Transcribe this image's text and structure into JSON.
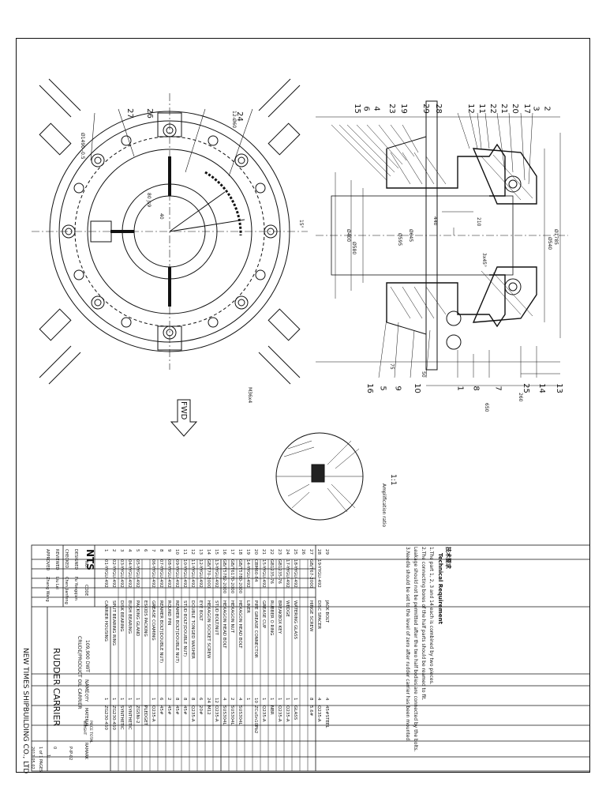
{
  "title_block": {
    "company": "NEW TIMES SHIPBUILDING CO., LTD",
    "drawing_name": "RUDDER CARRIER",
    "ship_type": "CRUDE/PRODUCT OIL CARRIER",
    "ship_size": "109,900 DWT",
    "logo": "NTS",
    "roles": [
      {
        "role": "DESIGNED",
        "name": "Fu Yongqian"
      },
      {
        "role": "CHECKED",
        "name": "Chen Jianfeng"
      },
      {
        "role": "REVIEWED",
        "name": "Liu Lei"
      },
      {
        "role": "APPROVED",
        "name": "Zhang Wang"
      }
    ],
    "dwg_no": "P-IP-02",
    "version": "0",
    "scale": "1:",
    "page": "1 of 1 PAGES",
    "date": "2012.05.02",
    "headers": {
      "no": "NO.",
      "code": "CODE",
      "name": "NAME",
      "qty": "QTY",
      "material": "MATERIAL",
      "piece_weight": "PIECE TOTAL",
      "weight": "WEIGHT",
      "remark": "RAMARK"
    }
  },
  "parts": [
    {
      "no": "1",
      "code": "01-YYGU-492",
      "name": "CARRIER HOUSING",
      "qty": "1",
      "material": "ZG230-450"
    },
    {
      "no": "2",
      "code": "02-YYGU-492",
      "name": "SPLIT BEARING RING",
      "qty": "1",
      "material": "ZG230-450"
    },
    {
      "no": "3",
      "code": "03-YYGU-492",
      "name": "DISK BEARING",
      "qty": "1",
      "material": "SYNTHETIC"
    },
    {
      "no": "4",
      "code": "04-YYGU-492",
      "name": "BUSH BEARING",
      "qty": "1",
      "material": "SYNTHETIC"
    },
    {
      "no": "5",
      "code": "05-YYGU-492",
      "name": "PACKING GLAND",
      "qty": "1",
      "material": "ZG5Ni-2"
    },
    {
      "no": "6",
      "code": "",
      "name": "ESKIDS PACKING",
      "qty": "",
      "material": "PLEDGET"
    },
    {
      "no": "7",
      "code": "06-YYGU-492",
      "name": "GREASE COAMING",
      "qty": "1",
      "material": "Q235-A"
    },
    {
      "no": "8",
      "code": "07-YYGU-492",
      "name": "REAMER BOLT(DOUBLE NUT)",
      "qty": "6",
      "material": "45#"
    },
    {
      "no": "9",
      "code": "08-YYGU-492",
      "name": "ROUND PIN",
      "qty": "2",
      "material": "45#"
    },
    {
      "no": "10",
      "code": "09-YYGU-492",
      "name": "REAMER BOLT(DOUBLE NUT)",
      "qty": "8",
      "material": "45#"
    },
    {
      "no": "11",
      "code": "10-YYGU-492",
      "name": "STUD BOLT(DOUBLE NUT)",
      "qty": "8",
      "material": "45#"
    },
    {
      "no": "12",
      "code": "11-YYGU-492",
      "name": "DOUBLE TONGED WASHER",
      "qty": "8",
      "material": "Q235-A"
    },
    {
      "no": "13",
      "code": "12-YYGU-492",
      "name": "EYE BOLT",
      "qty": "6",
      "material": "20#"
    },
    {
      "no": "14",
      "code": "GB/T70-2000",
      "name": "HEXAGON SOCKET SCREW",
      "qty": "24",
      "material": "M12"
    },
    {
      "no": "15",
      "code": "13-YYGU-492",
      "name": "STUD BOLT/NUT",
      "qty": "12",
      "material": "Q235-A"
    },
    {
      "no": "16",
      "code": "GB/T5782-2000",
      "name": "HEXAGON HEAD BOLT",
      "qty": "4",
      "material": "SUS304L"
    },
    {
      "no": "17",
      "code": "GB/T6170-2000",
      "name": "HEXAGON NUT",
      "qty": "2",
      "material": "SUS304L"
    },
    {
      "no": "18",
      "code": "GB/T5780-2000",
      "name": "HEXAGON HEAD BOLT",
      "qty": "4",
      "material": "SUS304L"
    },
    {
      "no": "19",
      "code": "14-YYGU-492",
      "name": "LINER",
      "qty": "1",
      "material": ""
    },
    {
      "no": "20",
      "code": "CBM60-84",
      "name": "PIPE GREASE CONNECTOR",
      "qty": "10",
      "material": "ZCuSn10Pb2"
    },
    {
      "no": "21",
      "code": "15-YYGU-492",
      "name": "GREASE CUP",
      "qty": "1",
      "material": "Q235-A"
    },
    {
      "no": "22",
      "code": "GB1235-76",
      "name": "RUBBER O RING",
      "qty": "1",
      "material": "NBR"
    },
    {
      "no": "23",
      "code": "GB1235-76",
      "name": "BREAKBOX KEY",
      "qty": "1",
      "material": "Q235-A"
    },
    {
      "no": "24",
      "code": "17-YYGU-492",
      "name": "WEDGE",
      "qty": "1",
      "material": "Q235-A"
    },
    {
      "no": "25",
      "code": "18-YYGU-492",
      "name": "WATERING GLASS",
      "qty": "1",
      "material": "GLASS"
    },
    {
      "no": "26",
      "code": "",
      "name": "",
      "qty": "",
      "material": ""
    },
    {
      "no": "27",
      "code": "GB/T67-2000",
      "name": "HINGE SCREW",
      "qty": "8",
      "material": "5.6#"
    },
    {
      "no": "28",
      "code": "19-YYGU-492",
      "name": "DISC SPACER",
      "qty": "4",
      "material": "Q235-A"
    },
    {
      "no": "29",
      "code": "",
      "name": "JACK BOLT",
      "qty": "4",
      "material": "45#STEEL"
    }
  ],
  "notes": {
    "heading_cn": "技术要求",
    "heading_en": "Technical Requirement",
    "lines": [
      "1.The part 1, 2, 3 and 14 each is combined by two pieces.",
      "2.The connecting bores of the half parts should be reamed to fit.",
      "Leakage should not be permitted after the two half bodies are connected by the bolts.",
      "3.Needle should be set to the level of zero after rudder carrier has been mounted."
    ]
  },
  "annotations": {
    "fwd": "FWD",
    "detail_ratio": "1:1",
    "detail_label": "Amplification ratio",
    "dims": [
      "Ø1490 -0.5",
      "80 js9",
      "Ø540",
      "Ø1785",
      "440",
      "Ø400",
      "Ø595",
      "Ø645",
      "Ø580",
      "650",
      "260",
      "75",
      "50",
      "210",
      "15°",
      "3x45°",
      "40",
      "12-Ø60",
      "M36x4"
    ]
  },
  "callouts": [
    "2",
    "3",
    "17",
    "20",
    "21",
    "22",
    "11",
    "12",
    "28",
    "29",
    "19",
    "23",
    "4",
    "6",
    "15",
    "1",
    "8",
    "7",
    "25",
    "14",
    "13",
    "16",
    "5",
    "9",
    "10",
    "27",
    "26",
    "24"
  ]
}
